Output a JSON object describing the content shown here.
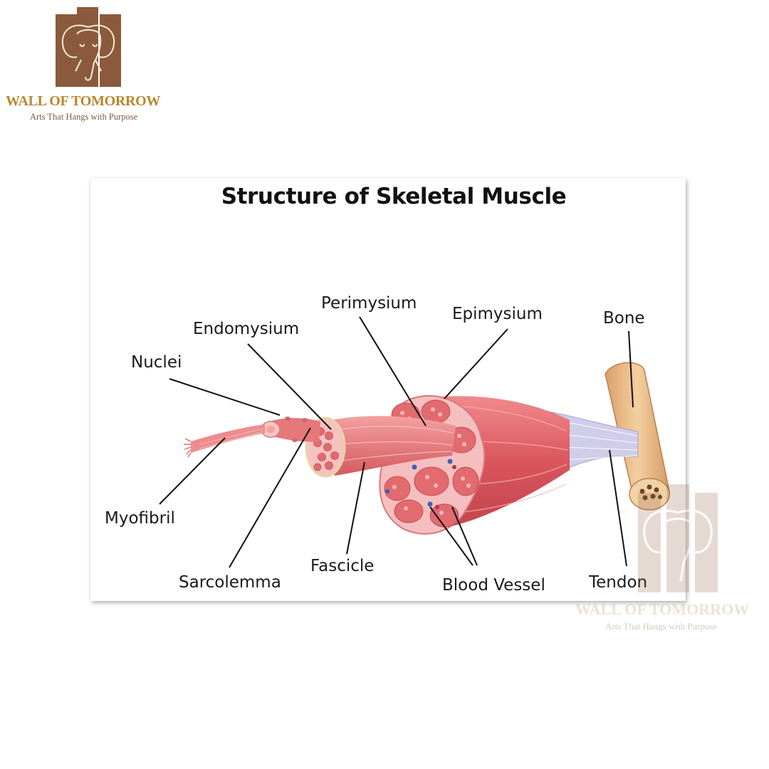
{
  "brand": {
    "name": "WALL OF TOMORROW",
    "tagline": "Arts That Hangs with Purpose",
    "logo_icon": "elephant-logo-icon",
    "color": "#8b5a3c"
  },
  "poster": {
    "title": "Structure of Skeletal Muscle"
  },
  "labels": {
    "perimysium": "Perimysium",
    "epimysium": "Epimysium",
    "endomysium": "Endomysium",
    "bone": "Bone",
    "nuclei": "Nuclei",
    "myofibril": "Myofibril",
    "sarcolemma": "Sarcolemma",
    "fascicle": "Fascicle",
    "blood_vessel": "Blood Vessel",
    "tendon": "Tendon"
  },
  "watermark": {
    "name": "WALL OF TOMORROW",
    "tagline": "Arts That Hangs with Purpose"
  },
  "colors": {
    "muscle": "#e2646a",
    "muscle_light": "#f3a7a7",
    "sheath": "#f6c6c4",
    "bone": "#e8b987",
    "tendon": "#c9c8ea",
    "vessel": "#3b5fb8"
  }
}
